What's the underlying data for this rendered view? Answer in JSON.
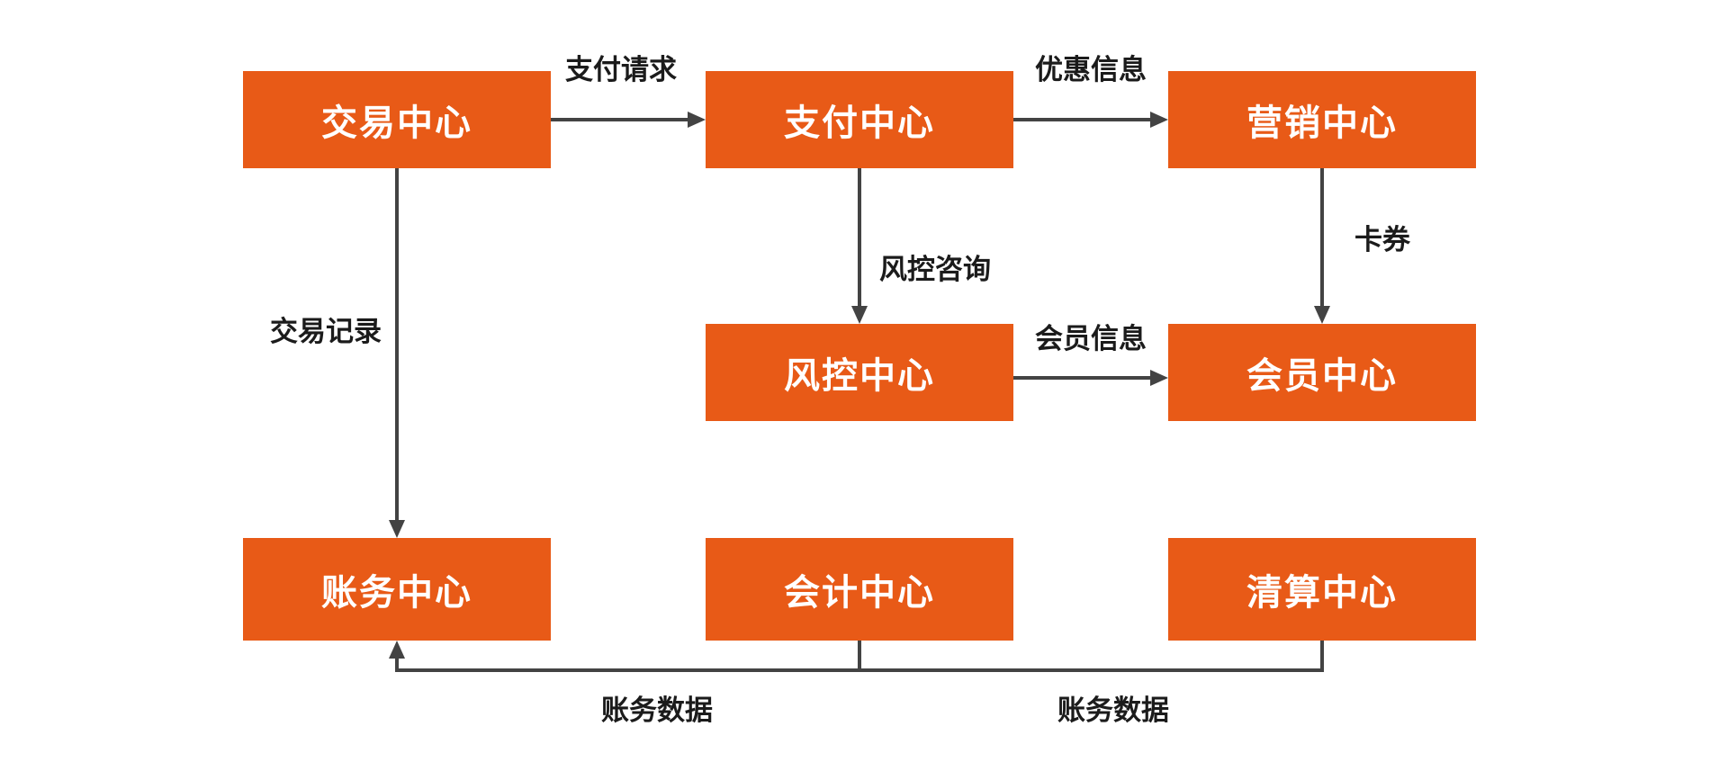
{
  "diagram": {
    "type": "flowchart",
    "nodes": [
      {
        "id": "trade",
        "label": "交易中心"
      },
      {
        "id": "payment",
        "label": "支付中心"
      },
      {
        "id": "marketing",
        "label": "营销中心"
      },
      {
        "id": "risk",
        "label": "风控中心"
      },
      {
        "id": "member",
        "label": "会员中心"
      },
      {
        "id": "billing",
        "label": "账务中心"
      },
      {
        "id": "accounting",
        "label": "会计中心"
      },
      {
        "id": "clearing",
        "label": "清算中心"
      }
    ],
    "edges": [
      {
        "from": "trade",
        "to": "payment",
        "label": "支付请求"
      },
      {
        "from": "payment",
        "to": "marketing",
        "label": "优惠信息"
      },
      {
        "from": "payment",
        "to": "risk",
        "label": "风控咨询"
      },
      {
        "from": "marketing",
        "to": "member",
        "label": "卡券"
      },
      {
        "from": "risk",
        "to": "member",
        "label": "会员信息"
      },
      {
        "from": "trade",
        "to": "billing",
        "label": "交易记录"
      },
      {
        "from": "accounting",
        "to": "billing",
        "label": "账务数据"
      },
      {
        "from": "clearing",
        "to": "billing",
        "label": "账务数据"
      }
    ],
    "colors": {
      "node_fill": "#E85A17",
      "node_text": "#FFFFFF",
      "edge_line": "#434343",
      "label_text": "#1B1B1B",
      "background": "#FFFFFF"
    }
  }
}
